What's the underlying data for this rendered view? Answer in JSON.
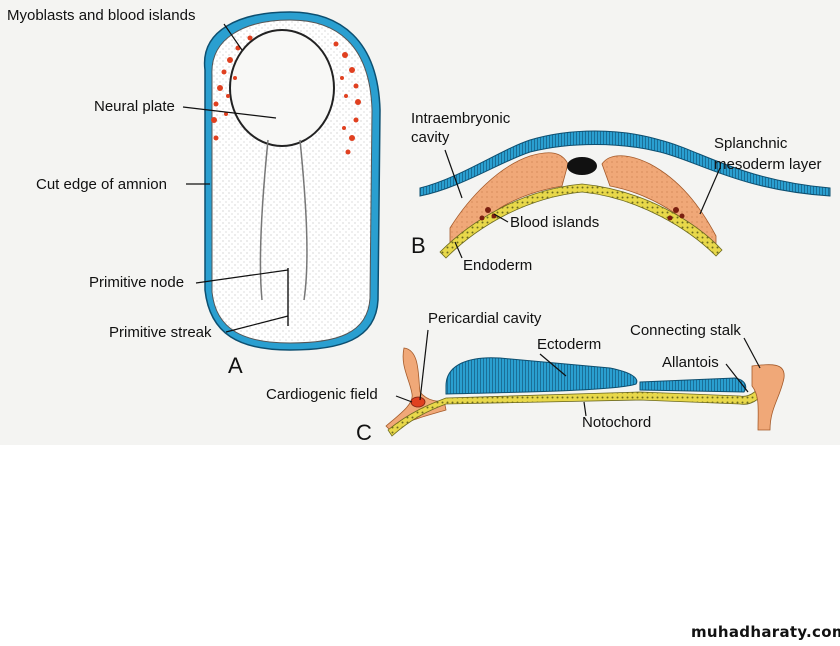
{
  "panels": {
    "a": {
      "letter": "A",
      "labels": {
        "myoblasts": "Myoblasts and blood islands",
        "neural_plate": "Neural plate",
        "cut_edge": "Cut edge of amnion",
        "primitive_node": "Primitive node",
        "primitive_streak": "Primitive streak"
      }
    },
    "b": {
      "letter": "B",
      "labels": {
        "intraembryonic": "Intraembryonic",
        "cavity": "cavity",
        "splanchnic": "Splanchnic",
        "mesoderm_layer": "mesoderm layer",
        "blood_islands": "Blood islands",
        "endoderm": "Endoderm"
      }
    },
    "c": {
      "letter": "C",
      "labels": {
        "pericardial": "Pericardial cavity",
        "ectoderm": "Ectoderm",
        "connecting_stalk": "Connecting stalk",
        "allantois": "Allantois",
        "cardiogenic": "Cardiogenic field",
        "notochord": "Notochord"
      }
    }
  },
  "watermark": "muhadharaty.com",
  "colors": {
    "ectoderm_blue": "#2a9fd0",
    "mesoderm_orange": "#f0a878",
    "endoderm_yellow": "#e8d84a",
    "blood_red": "#e04020",
    "background": "#f4f4f2"
  }
}
